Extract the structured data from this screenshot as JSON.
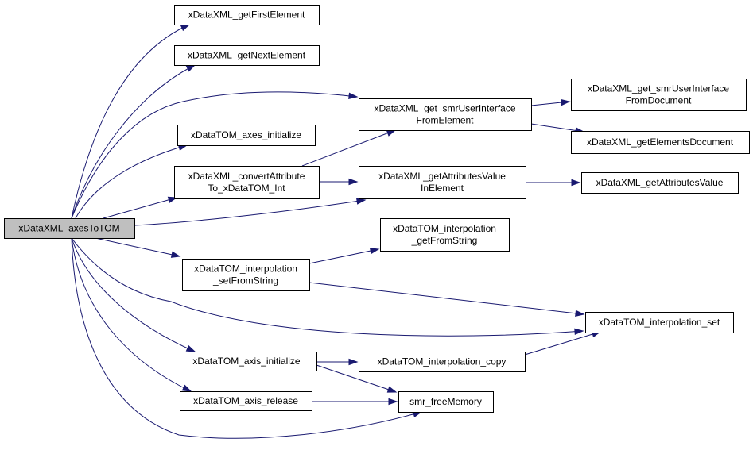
{
  "graph": {
    "type": "call-graph",
    "root": "axesToTOM",
    "colors": {
      "edge": "#191970",
      "root_fill": "#bfbfbf",
      "node_fill": "#ffffff",
      "node_border": "#000000"
    },
    "nodes": [
      {
        "id": "axesToTOM",
        "lines": [
          "xDataXML_axesToTOM"
        ]
      },
      {
        "id": "getFirstElement",
        "lines": [
          "xDataXML_getFirstElement"
        ]
      },
      {
        "id": "getNextElement",
        "lines": [
          "xDataXML_getNextElement"
        ]
      },
      {
        "id": "smrUIFromElement",
        "lines": [
          "xDataXML_get_smrUserInterface",
          "FromElement"
        ]
      },
      {
        "id": "smrUIFromDocument",
        "lines": [
          "xDataXML_get_smrUserInterface",
          "FromDocument"
        ]
      },
      {
        "id": "getElementsDocument",
        "lines": [
          "xDataXML_getElementsDocument"
        ]
      },
      {
        "id": "axesInitialize",
        "lines": [
          "xDataTOM_axes_initialize"
        ]
      },
      {
        "id": "convertAttribute",
        "lines": [
          "xDataXML_convertAttribute",
          "To_xDataTOM_Int"
        ]
      },
      {
        "id": "attrValueInElement",
        "lines": [
          "xDataXML_getAttributesValue",
          "InElement"
        ]
      },
      {
        "id": "getAttributesValue",
        "lines": [
          "xDataXML_getAttributesValue"
        ]
      },
      {
        "id": "interpGetFromString",
        "lines": [
          "xDataTOM_interpolation",
          "_getFromString"
        ]
      },
      {
        "id": "interpSetFromString",
        "lines": [
          "xDataTOM_interpolation",
          "_setFromString"
        ]
      },
      {
        "id": "interpSet",
        "lines": [
          "xDataTOM_interpolation_set"
        ]
      },
      {
        "id": "axisInitialize",
        "lines": [
          "xDataTOM_axis_initialize"
        ]
      },
      {
        "id": "interpCopy",
        "lines": [
          "xDataTOM_interpolation_copy"
        ]
      },
      {
        "id": "axisRelease",
        "lines": [
          "xDataTOM_axis_release"
        ]
      },
      {
        "id": "freeMemory",
        "lines": [
          "smr_freeMemory"
        ]
      }
    ],
    "edges": [
      {
        "from": "axesToTOM",
        "to": "getFirstElement"
      },
      {
        "from": "axesToTOM",
        "to": "getNextElement"
      },
      {
        "from": "axesToTOM",
        "to": "smrUIFromElement"
      },
      {
        "from": "axesToTOM",
        "to": "axesInitialize"
      },
      {
        "from": "axesToTOM",
        "to": "convertAttribute"
      },
      {
        "from": "axesToTOM",
        "to": "attrValueInElement"
      },
      {
        "from": "axesToTOM",
        "to": "interpSetFromString"
      },
      {
        "from": "axesToTOM",
        "to": "interpSet"
      },
      {
        "from": "axesToTOM",
        "to": "axisInitialize"
      },
      {
        "from": "axesToTOM",
        "to": "axisRelease"
      },
      {
        "from": "axesToTOM",
        "to": "freeMemory"
      },
      {
        "from": "smrUIFromElement",
        "to": "smrUIFromDocument"
      },
      {
        "from": "smrUIFromElement",
        "to": "getElementsDocument"
      },
      {
        "from": "convertAttribute",
        "to": "smrUIFromElement"
      },
      {
        "from": "convertAttribute",
        "to": "attrValueInElement"
      },
      {
        "from": "attrValueInElement",
        "to": "getAttributesValue"
      },
      {
        "from": "interpSetFromString",
        "to": "interpGetFromString"
      },
      {
        "from": "interpSetFromString",
        "to": "interpSet"
      },
      {
        "from": "axisInitialize",
        "to": "interpCopy"
      },
      {
        "from": "axisInitialize",
        "to": "freeMemory"
      },
      {
        "from": "interpCopy",
        "to": "interpSet"
      },
      {
        "from": "axisRelease",
        "to": "freeMemory"
      }
    ]
  }
}
